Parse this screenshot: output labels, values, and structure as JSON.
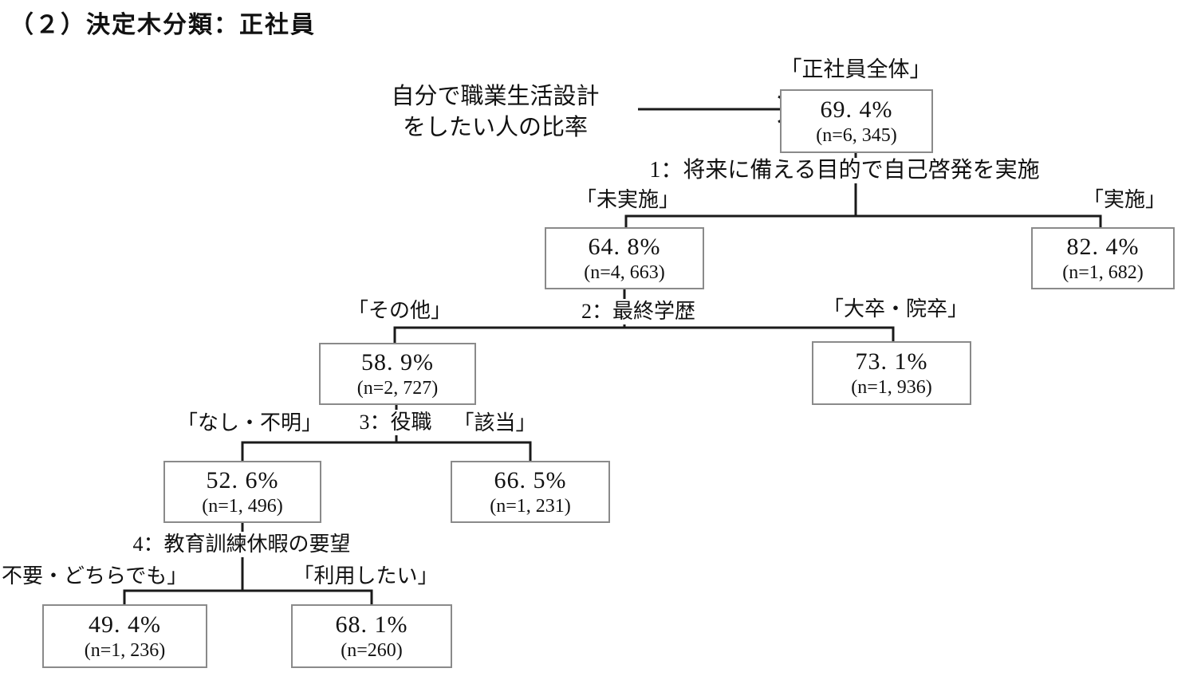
{
  "title": "（２）決定木分類：正社員",
  "annotation": {
    "line1": "自分で職業生活設計",
    "line2": "をしたい人の比率"
  },
  "splits": [
    {
      "criterion": "1：将来に備える目的で自己啓発を実施"
    },
    {
      "criterion": "2：最終学歴"
    },
    {
      "criterion": "3：役職"
    },
    {
      "criterion": "4：教育訓練休暇の要望"
    }
  ],
  "nodes": [
    {
      "id": "root",
      "label": "「正社員全体」",
      "value": "69. 4%",
      "n": "(n=6, 345)"
    },
    {
      "id": "not-implemented",
      "label": "「未実施」",
      "value": "64. 8%",
      "n": "(n=4, 663)"
    },
    {
      "id": "implemented",
      "label": "「実施」",
      "value": "82. 4%",
      "n": "(n=1, 682)"
    },
    {
      "id": "other-education",
      "label": "「その他」",
      "value": "58. 9%",
      "n": "(n=2, 727)"
    },
    {
      "id": "univ-grad",
      "label": "「大卒・院卒」",
      "value": "73. 1%",
      "n": "(n=1, 936)"
    },
    {
      "id": "no-position",
      "label": "「なし・不明」",
      "value": "52. 6%",
      "n": "(n=1, 496)"
    },
    {
      "id": "has-position",
      "label": "「該当」",
      "value": "66. 5%",
      "n": "(n=1, 231)"
    },
    {
      "id": "leave-not-needed",
      "label": "不要・どちらでも」",
      "value": "49. 4%",
      "n": "(n=1, 236)"
    },
    {
      "id": "leave-wanted",
      "label": "「利用したい」",
      "value": "68. 1%",
      "n": "(n=260)"
    }
  ],
  "colors": {
    "line": "#1a1a1a",
    "box_border": "#8a8a8a",
    "text": "#111111"
  }
}
